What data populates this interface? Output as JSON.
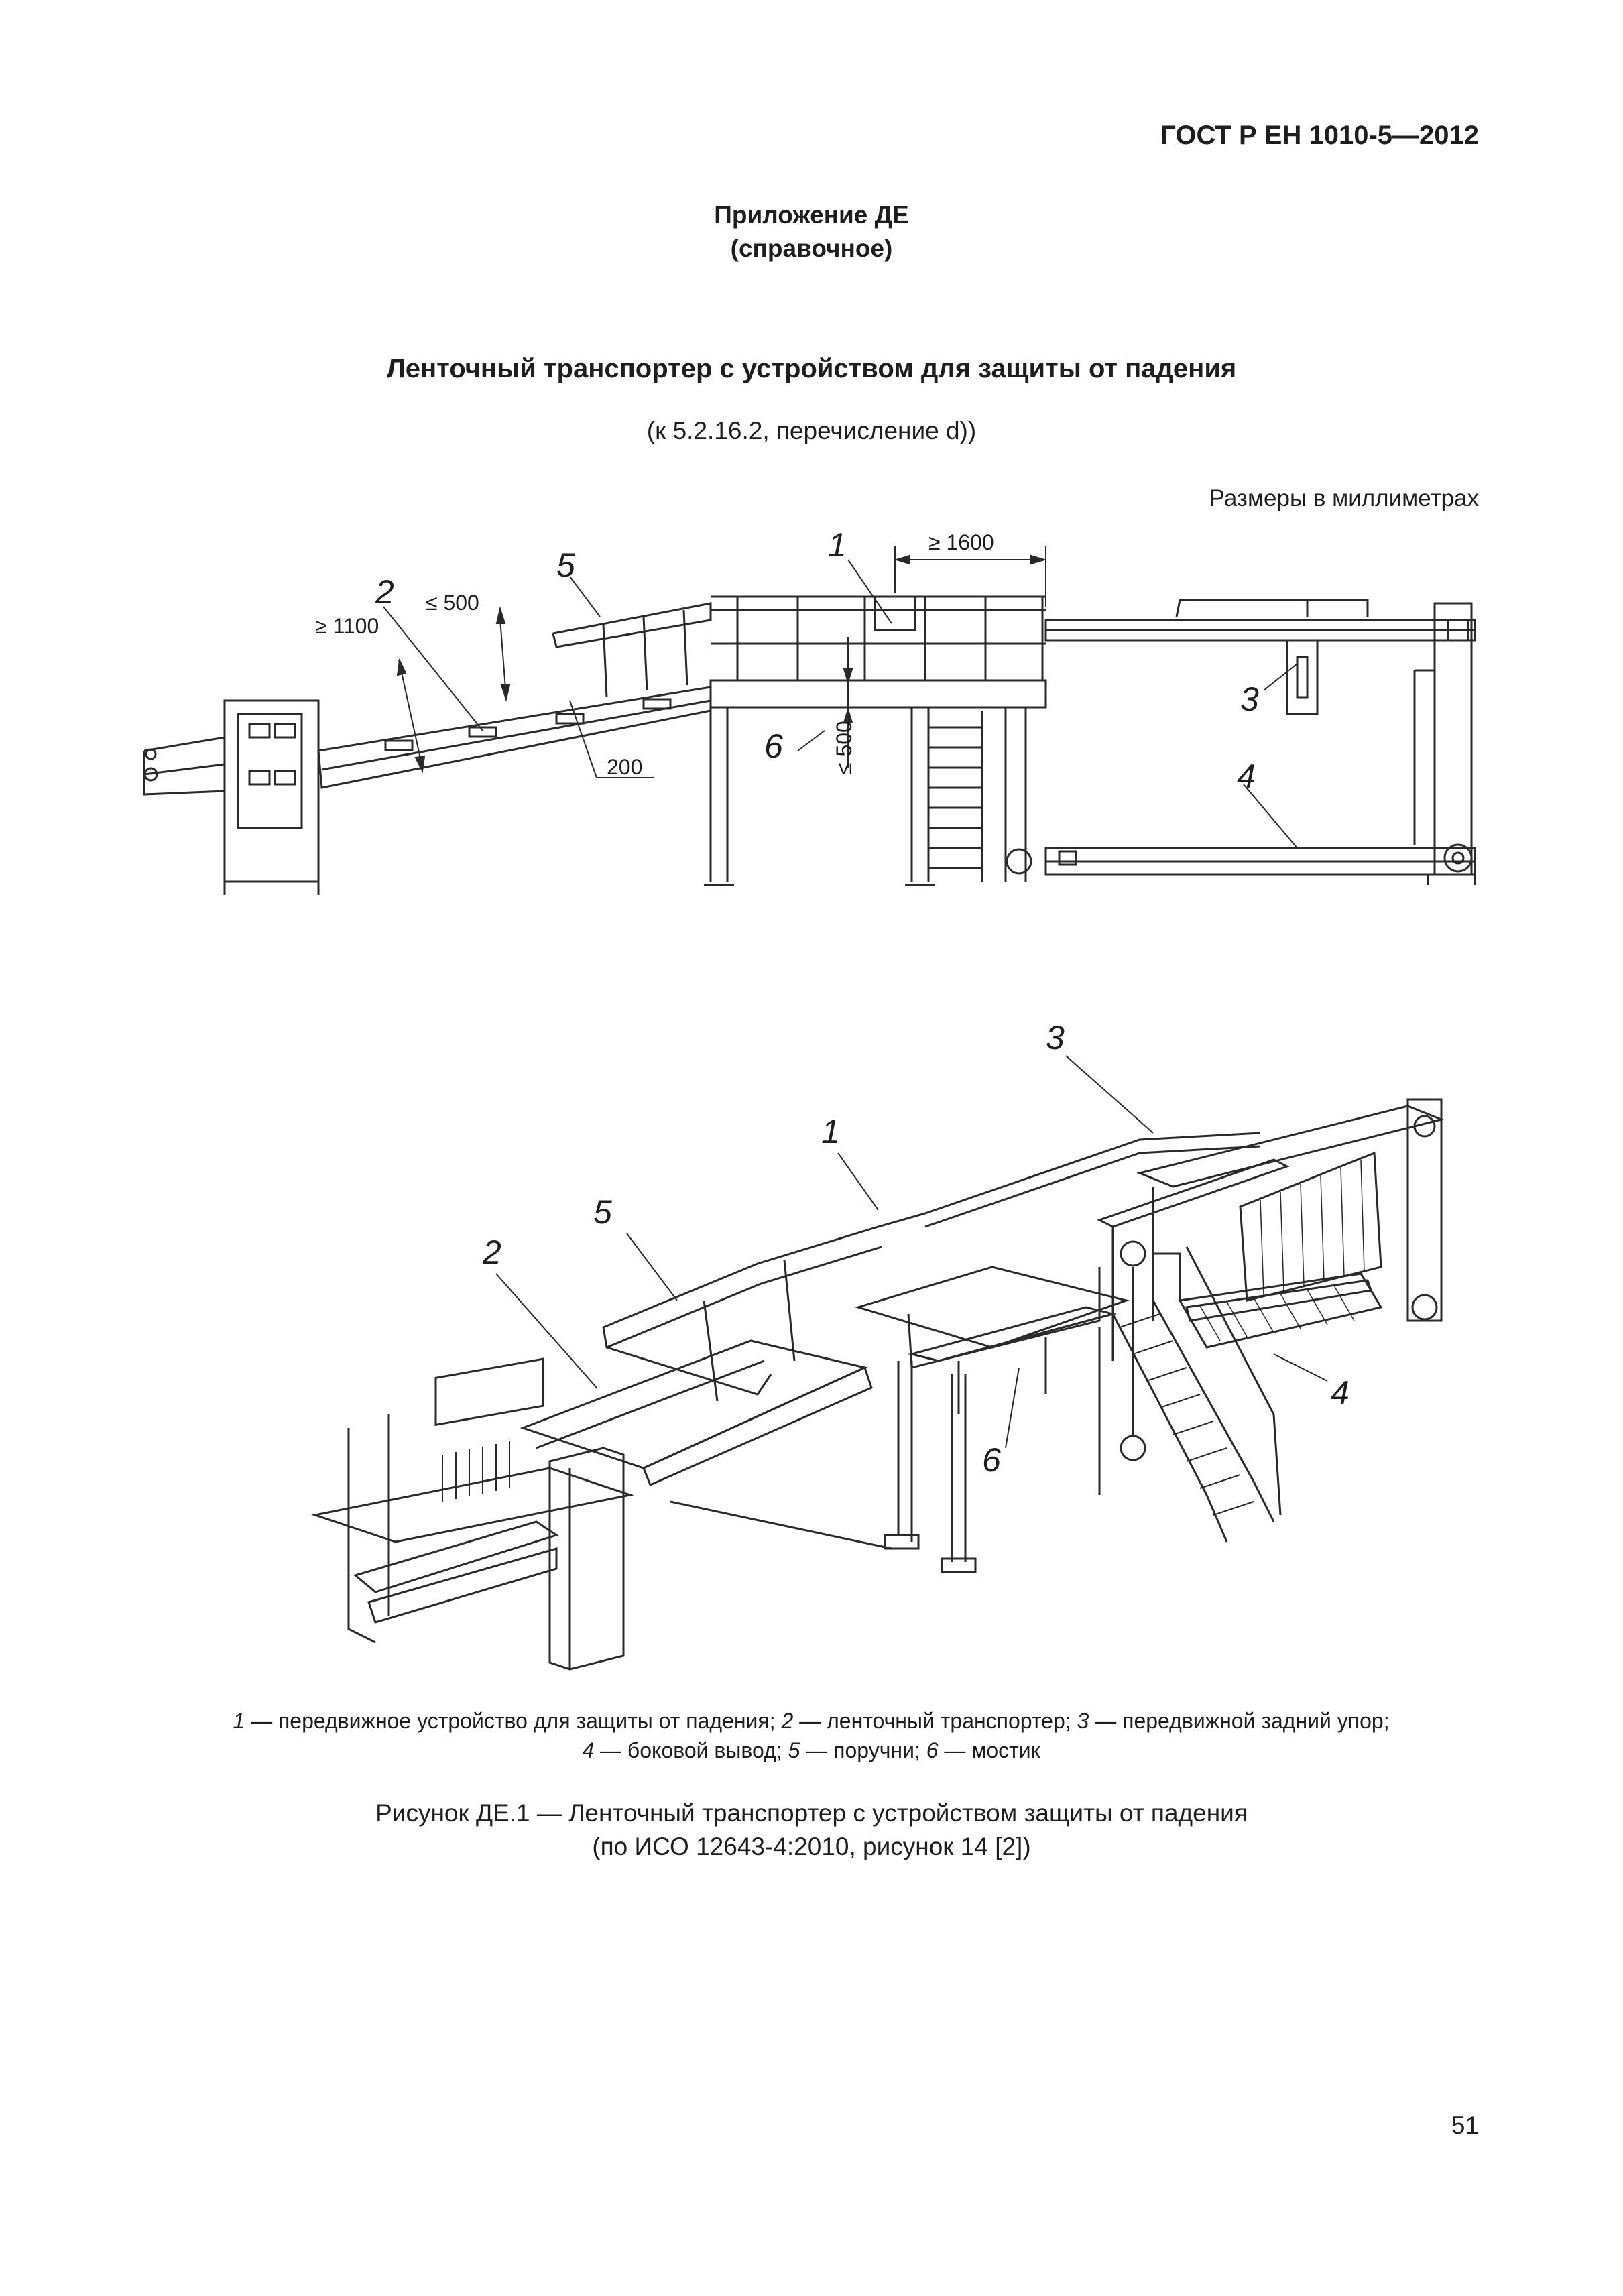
{
  "header": {
    "standard": "ГОСТ Р ЕН 1010-5—2012"
  },
  "appendix": {
    "title": "Приложение ДЕ",
    "type": "(справочное)"
  },
  "main_title": "Ленточный транспортер с устройством для защиты от падения",
  "reference": "(к 5.2.16.2, перечисление d))",
  "units_note": "Размеры в миллиметрах",
  "figure_top": {
    "callouts": {
      "c1": "1",
      "c2": "2",
      "c3": "3",
      "c4": "4",
      "c5": "5",
      "c6": "6"
    },
    "dimensions": {
      "d1600": "≥ 1600",
      "d500a": "≤ 500",
      "d1100": "≥ 1100",
      "d200": "200",
      "d500b": "≤ 500"
    }
  },
  "figure_bottom": {
    "callouts": {
      "c1": "1",
      "c2": "2",
      "c3": "3",
      "c4": "4",
      "c5": "5",
      "c6": "6"
    }
  },
  "legend": {
    "items": [
      {
        "num": "1",
        "text": " — передвижное устройство для защиты от падения; "
      },
      {
        "num": "2",
        "text": " — ленточный транспортер; "
      },
      {
        "num": "3",
        "text": " — передвижной задний упор;"
      },
      {
        "num": "4",
        "text": " — боковой вывод; "
      },
      {
        "num": "5",
        "text": " — поручни; "
      },
      {
        "num": "6",
        "text": " — мостик"
      }
    ]
  },
  "caption": {
    "line1": "Рисунок ДЕ.1 — Ленточный транспортер с устройством защиты от падения",
    "line2": "(по ИСО 12643-4:2010, рисунок 14 [2])"
  },
  "page_number": "51"
}
